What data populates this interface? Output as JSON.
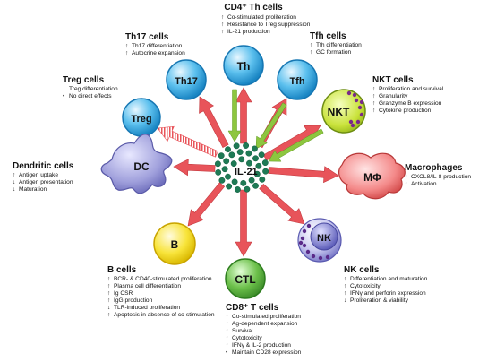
{
  "center_label": "IL-21",
  "cells": {
    "cd4_th": {
      "circle_label": "Th",
      "title": "CD4⁺ Th cells",
      "items": [
        {
          "dir": "↑",
          "text": "Co-stimulated proliferation"
        },
        {
          "dir": "↑",
          "text": "Resistance to Treg suppression"
        },
        {
          "dir": "↑",
          "text": "IL-21 production"
        }
      ]
    },
    "th17": {
      "circle_label": "Th17",
      "title": "Th17 cells",
      "items": [
        {
          "dir": "↑",
          "text": "Th17 differentiation"
        },
        {
          "dir": "↑",
          "text": "Autocrine expansion"
        }
      ]
    },
    "tfh": {
      "circle_label": "Tfh",
      "title": "Tfh cells",
      "items": [
        {
          "dir": "↑",
          "text": "Tfh differentiation"
        },
        {
          "dir": "↑",
          "text": "GC formation"
        }
      ]
    },
    "treg": {
      "circle_label": "Treg",
      "title": "Treg cells",
      "items": [
        {
          "dir": "↓",
          "text": "Treg differentiation"
        },
        {
          "dir": "•",
          "text": "No direct effects"
        }
      ]
    },
    "nkt": {
      "circle_label": "NKT",
      "title": "NKT cells",
      "items": [
        {
          "dir": "↑",
          "text": "Proliferation and survival"
        },
        {
          "dir": "↑",
          "text": "Granularity"
        },
        {
          "dir": "↑",
          "text": "Granzyme B expression"
        },
        {
          "dir": "↑",
          "text": "Cytokine production"
        }
      ]
    },
    "dc": {
      "circle_label": "DC",
      "title": "Dendritic cells",
      "items": [
        {
          "dir": "↑",
          "text": "Antigen uptake"
        },
        {
          "dir": "↓",
          "text": "Antigen presentation"
        },
        {
          "dir": "↓",
          "text": "Maturation"
        }
      ]
    },
    "macro": {
      "circle_label": "MΦ",
      "title": "Macrophages",
      "items": [
        {
          "dir": "↑",
          "text": "CXCL8/IL-8 production"
        },
        {
          "dir": "↑",
          "text": "Activation"
        }
      ]
    },
    "b": {
      "circle_label": "B",
      "title": "B cells",
      "items": [
        {
          "dir": "↑",
          "text": "BCR- & CD40-stimulated proliferation"
        },
        {
          "dir": "↑",
          "text": "Plasma cell differentiation"
        },
        {
          "dir": "↑",
          "text": "Ig CSR"
        },
        {
          "dir": "↑",
          "text": "IgG production"
        },
        {
          "dir": "↓",
          "text": "TLR-induced proliferation"
        },
        {
          "dir": "↑",
          "text": "Apoptosis in absence of co-stimulation"
        }
      ]
    },
    "nk": {
      "circle_label": "NK",
      "title": "NK cells",
      "items": [
        {
          "dir": "↑",
          "text": "Differentiation and maturation"
        },
        {
          "dir": "↑",
          "text": "Cytotoxicity"
        },
        {
          "dir": "↑",
          "text": "IFNγ and perforin expression"
        },
        {
          "dir": "↓",
          "text": "Proliferation & viability"
        }
      ]
    },
    "ctl": {
      "circle_label": "CTL",
      "title": "CD8⁺ T cells",
      "items": [
        {
          "dir": "↑",
          "text": "Co-stimulated proliferation"
        },
        {
          "dir": "↑",
          "text": "Ag-dependent expansion"
        },
        {
          "dir": "↑",
          "text": "Survival"
        },
        {
          "dir": "↑",
          "text": "Cytotoxicity"
        },
        {
          "dir": "↑",
          "text": "IFNγ & IL-2 production"
        },
        {
          "dir": "•",
          "text": "Maintain CD28 expression"
        }
      ]
    }
  },
  "colors": {
    "arrow_red": "#e8545a",
    "arrow_green": "#8dc63f",
    "tcell_blue": "#29a8e0",
    "nkt_green": "#cde34a",
    "dc_purple": "#8f8fd0",
    "macro_red": "#f07070",
    "b_yellow": "#f7e23a",
    "ctl_green": "#6cc04a",
    "nk_purple": "#7070c0",
    "center_dots": "#1e7a55"
  }
}
